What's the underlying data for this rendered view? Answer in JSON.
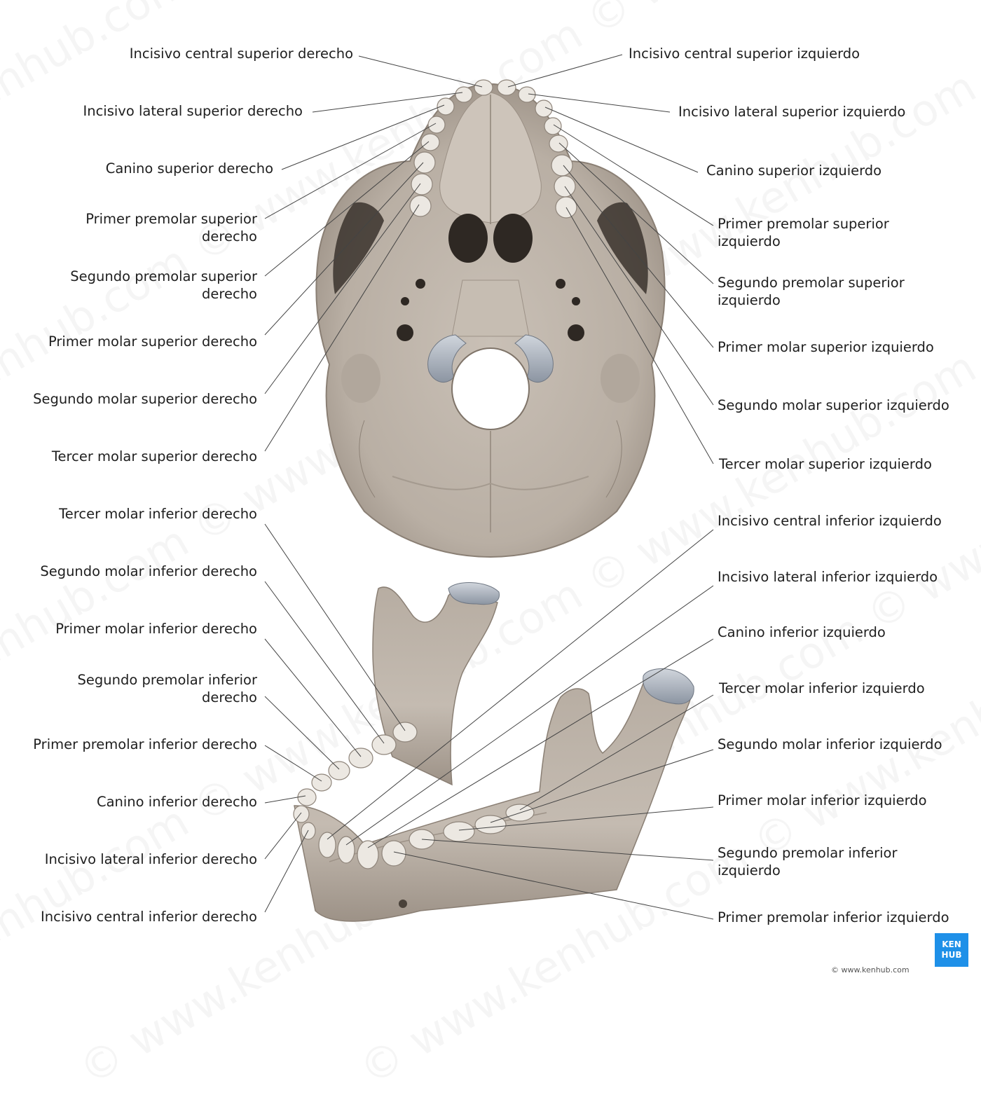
{
  "watermark": "© www.kenhub.com",
  "logo": {
    "line1": "KEN",
    "line2": "HUB",
    "color": "#1e90e8"
  },
  "copyright": "© www.kenhub.com",
  "colors": {
    "bone": "#c1b7ac",
    "bone_shadow": "#9a8f85",
    "tooth": "#ece8e2",
    "cartilage": "#b5bcc6",
    "leader": "#444444"
  },
  "labels_left": [
    {
      "lines": [
        "Incisivo central superior derecho"
      ]
    },
    {
      "lines": [
        "Incisivo lateral superior derecho"
      ]
    },
    {
      "lines": [
        "Canino superior derecho"
      ]
    },
    {
      "lines": [
        "Primer premolar superior",
        "derecho"
      ]
    },
    {
      "lines": [
        "Segundo premolar superior",
        "derecho"
      ]
    },
    {
      "lines": [
        "Primer molar superior derecho"
      ]
    },
    {
      "lines": [
        "Segundo molar superior derecho"
      ]
    },
    {
      "lines": [
        "Tercer molar superior derecho"
      ]
    },
    {
      "lines": [
        "Tercer molar inferior derecho"
      ]
    },
    {
      "lines": [
        "Segundo molar inferior derecho"
      ]
    },
    {
      "lines": [
        "Primer molar inferior derecho"
      ]
    },
    {
      "lines": [
        "Segundo premolar inferior",
        "derecho"
      ]
    },
    {
      "lines": [
        "Primer premolar inferior derecho"
      ]
    },
    {
      "lines": [
        "Canino inferior derecho"
      ]
    },
    {
      "lines": [
        "Incisivo lateral inferior derecho"
      ]
    },
    {
      "lines": [
        "Incisivo central inferior derecho"
      ]
    }
  ],
  "labels_right": [
    {
      "lines": [
        "Incisivo central superior izquierdo"
      ]
    },
    {
      "lines": [
        "Incisivo lateral superior izquierdo"
      ]
    },
    {
      "lines": [
        "Canino superior izquierdo"
      ]
    },
    {
      "lines": [
        "Primer premolar superior",
        "izquierdo"
      ]
    },
    {
      "lines": [
        "Segundo premolar superior",
        "izquierdo"
      ]
    },
    {
      "lines": [
        "Primer molar superior izquierdo"
      ]
    },
    {
      "lines": [
        "Segundo molar superior izquierdo"
      ]
    },
    {
      "lines": [
        "Tercer molar superior izquierdo"
      ]
    },
    {
      "lines": [
        "Incisivo central inferior izquierdo"
      ]
    },
    {
      "lines": [
        "Incisivo lateral inferior izquierdo"
      ]
    },
    {
      "lines": [
        "Canino inferior izquierdo"
      ]
    },
    {
      "lines": [
        "Tercer molar inferior izquierdo"
      ]
    },
    {
      "lines": [
        "Segundo molar inferior izquierdo"
      ]
    },
    {
      "lines": [
        "Primer molar inferior izquierdo"
      ]
    },
    {
      "lines": [
        "Segundo premolar inferior",
        "izquierdo"
      ]
    },
    {
      "lines": [
        "Primer premolar inferior izquierdo"
      ]
    }
  ]
}
